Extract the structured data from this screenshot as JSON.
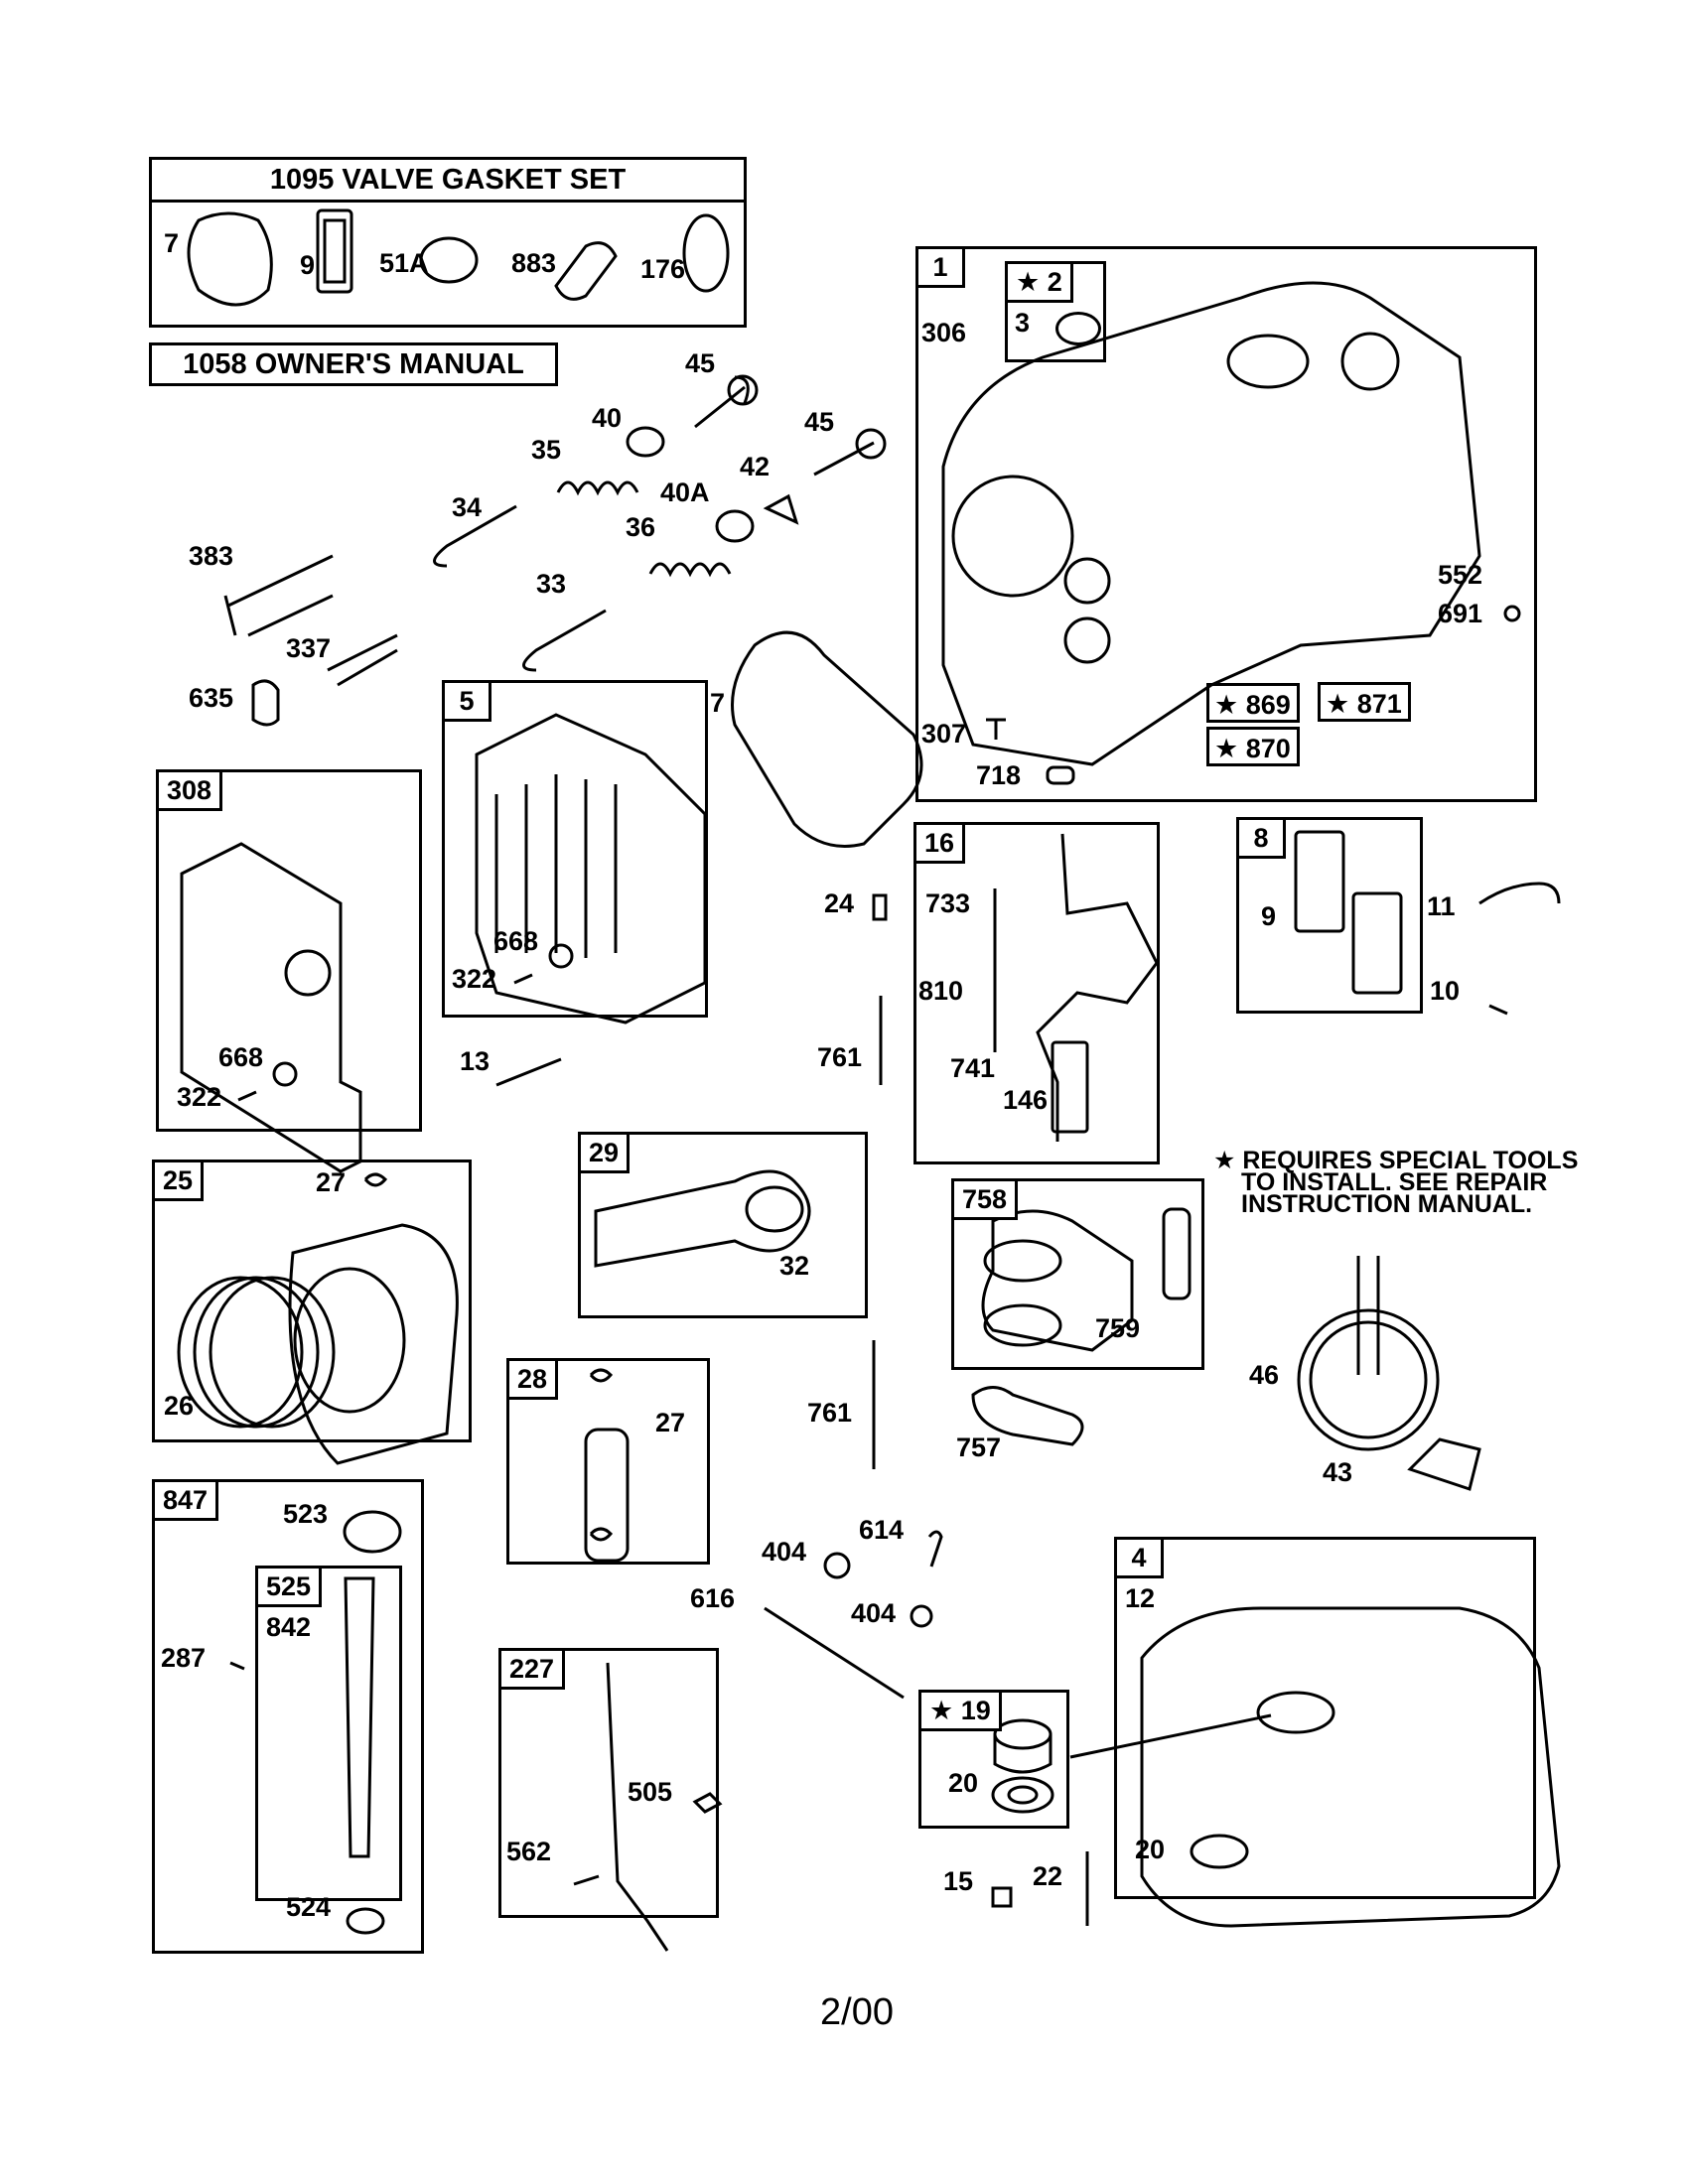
{
  "boxes": {
    "valve_gasket_set": "1095 VALVE GASKET SET",
    "owners_manual": "1058 OWNER'S MANUAL",
    "b1": "1",
    "b2": "★ 2",
    "b5": "5",
    "b308": "308",
    "b16": "16",
    "b8": "8",
    "b25": "25",
    "b29": "29",
    "b758": "758",
    "b28": "28",
    "b847": "847",
    "b525": "525",
    "b227": "227",
    "b4": "4",
    "b19": "★ 19",
    "b869": "★ 869",
    "b870": "★ 870",
    "b871": "★ 871"
  },
  "labels": {
    "l7a": "7",
    "l9a": "9",
    "l51A": "51A",
    "l883": "883",
    "l176": "176",
    "l45a": "45",
    "l40": "40",
    "l35": "35",
    "l45b": "45",
    "l42": "42",
    "l40A": "40A",
    "l34": "34",
    "l36": "36",
    "l383": "383",
    "l33": "33",
    "l337": "337",
    "l635": "635",
    "l7b": "7",
    "l306": "306",
    "l3": "3",
    "l552": "552",
    "l691": "691",
    "l307": "307",
    "l718": "718",
    "l668a": "668",
    "l322a": "322",
    "l668b": "668",
    "l322b": "322",
    "l13": "13",
    "l24": "24",
    "l733": "733",
    "l810": "810",
    "l741": "741",
    "l146": "146",
    "l761a": "761",
    "l9b": "9",
    "l11": "11",
    "l10": "10",
    "l27a": "27",
    "l26": "26",
    "l32": "32",
    "l759": "759",
    "l46": "46",
    "l43": "43",
    "l27b": "27",
    "l761b": "761",
    "l757": "757",
    "l523": "523",
    "l842": "842",
    "l287": "287",
    "l524": "524",
    "l404a": "404",
    "l614": "614",
    "l616": "616",
    "l404b": "404",
    "l12": "12",
    "l20a": "20",
    "l20b": "20",
    "l15": "15",
    "l22": "22",
    "l505": "505",
    "l562": "562"
  },
  "note": {
    "line1": "★ REQUIRES SPECIAL TOOLS",
    "line2": "TO INSTALL.  SEE REPAIR",
    "line3": "INSTRUCTION MANUAL."
  },
  "footer": "2/00"
}
